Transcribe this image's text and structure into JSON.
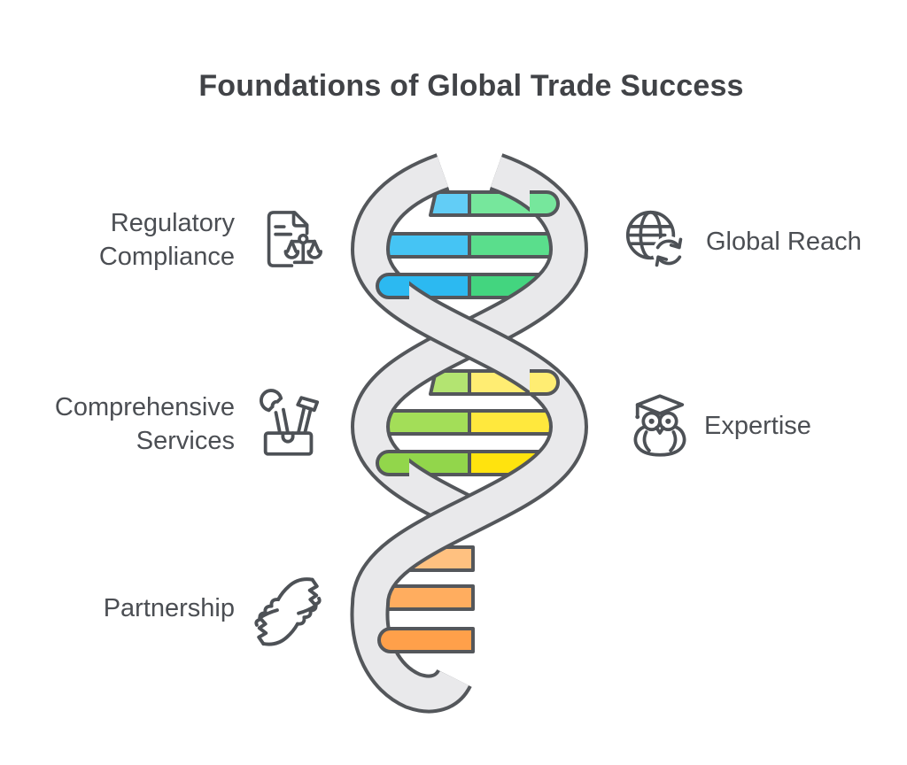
{
  "title": "Foundations of Global Trade Success",
  "labels": {
    "regulatory": "Regulatory\nCompliance",
    "global_reach": "Global Reach",
    "services": "Comprehensive\nServices",
    "expertise": "Expertise",
    "partnership": "Partnership"
  },
  "icons": {
    "regulatory": "document-scales-icon",
    "global_reach": "globe-sync-icon",
    "services": "toolbox-icon",
    "expertise": "graduate-owl-icon",
    "partnership": "handshake-icon"
  },
  "colors": {
    "title_text": "#414347",
    "label_text": "#4B4E53",
    "icon_stroke": "#4D5156",
    "strand_fill": "#E9E9EB",
    "strand_outline": "#54575B",
    "rung_outline": "#54575B",
    "rungs": {
      "blue": [
        "#62CDF6",
        "#45C4F4",
        "#2CB9F1"
      ],
      "green": [
        "#76E79C",
        "#5ADE8C",
        "#43D57F"
      ],
      "lime": [
        "#B3E471",
        "#A3DE58",
        "#92D64B"
      ],
      "yellow": [
        "#FFED72",
        "#FFE83D",
        "#FFE30E"
      ],
      "orange": [
        "#FFC180",
        "#FFAD5F",
        "#FFA04A"
      ]
    }
  }
}
